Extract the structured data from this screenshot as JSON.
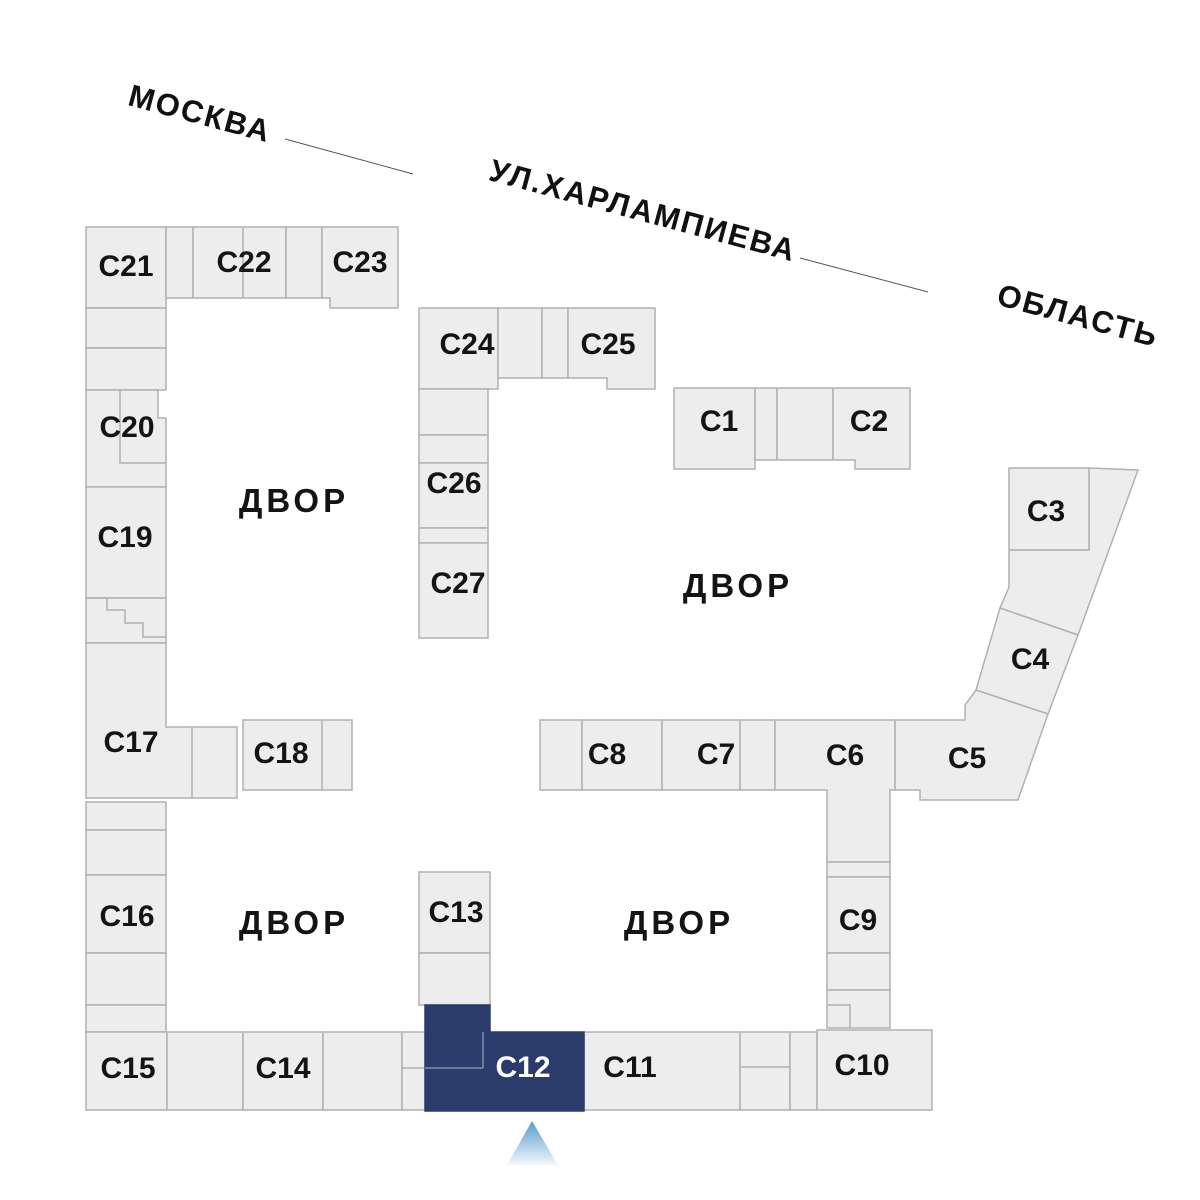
{
  "streets": {
    "left_direction": "МОСКВА",
    "road_name": "УЛ.ХАРЛАМПИЕВА",
    "right_direction": "ОБЛАСТЬ"
  },
  "courtyard_label": "ДВОР",
  "selected_building": "С12",
  "buildings": {
    "c1": "С1",
    "c2": "С2",
    "c3": "С3",
    "c4": "С4",
    "c5": "С5",
    "c6": "С6",
    "c7": "С7",
    "c8": "С8",
    "c9": "С9",
    "c10": "С10",
    "c11": "С11",
    "c12": "С12",
    "c13": "С13",
    "c14": "С14",
    "c15": "С15",
    "c16": "С16",
    "c17": "С17",
    "c18": "С18",
    "c19": "С19",
    "c20": "С20",
    "c21": "С21",
    "c22": "С22",
    "c23": "С23",
    "c24": "С24",
    "c25": "С25",
    "c26": "С26",
    "c27": "С27"
  },
  "colors": {
    "building_fill": "#ededed",
    "building_stroke": "#b1b1b1",
    "highlight": "#2b3b6c",
    "highlight_text": "#ffffff",
    "label_text": "#141414",
    "marker_top": "#579bc9",
    "marker_bottom": "#f2f8fc"
  }
}
